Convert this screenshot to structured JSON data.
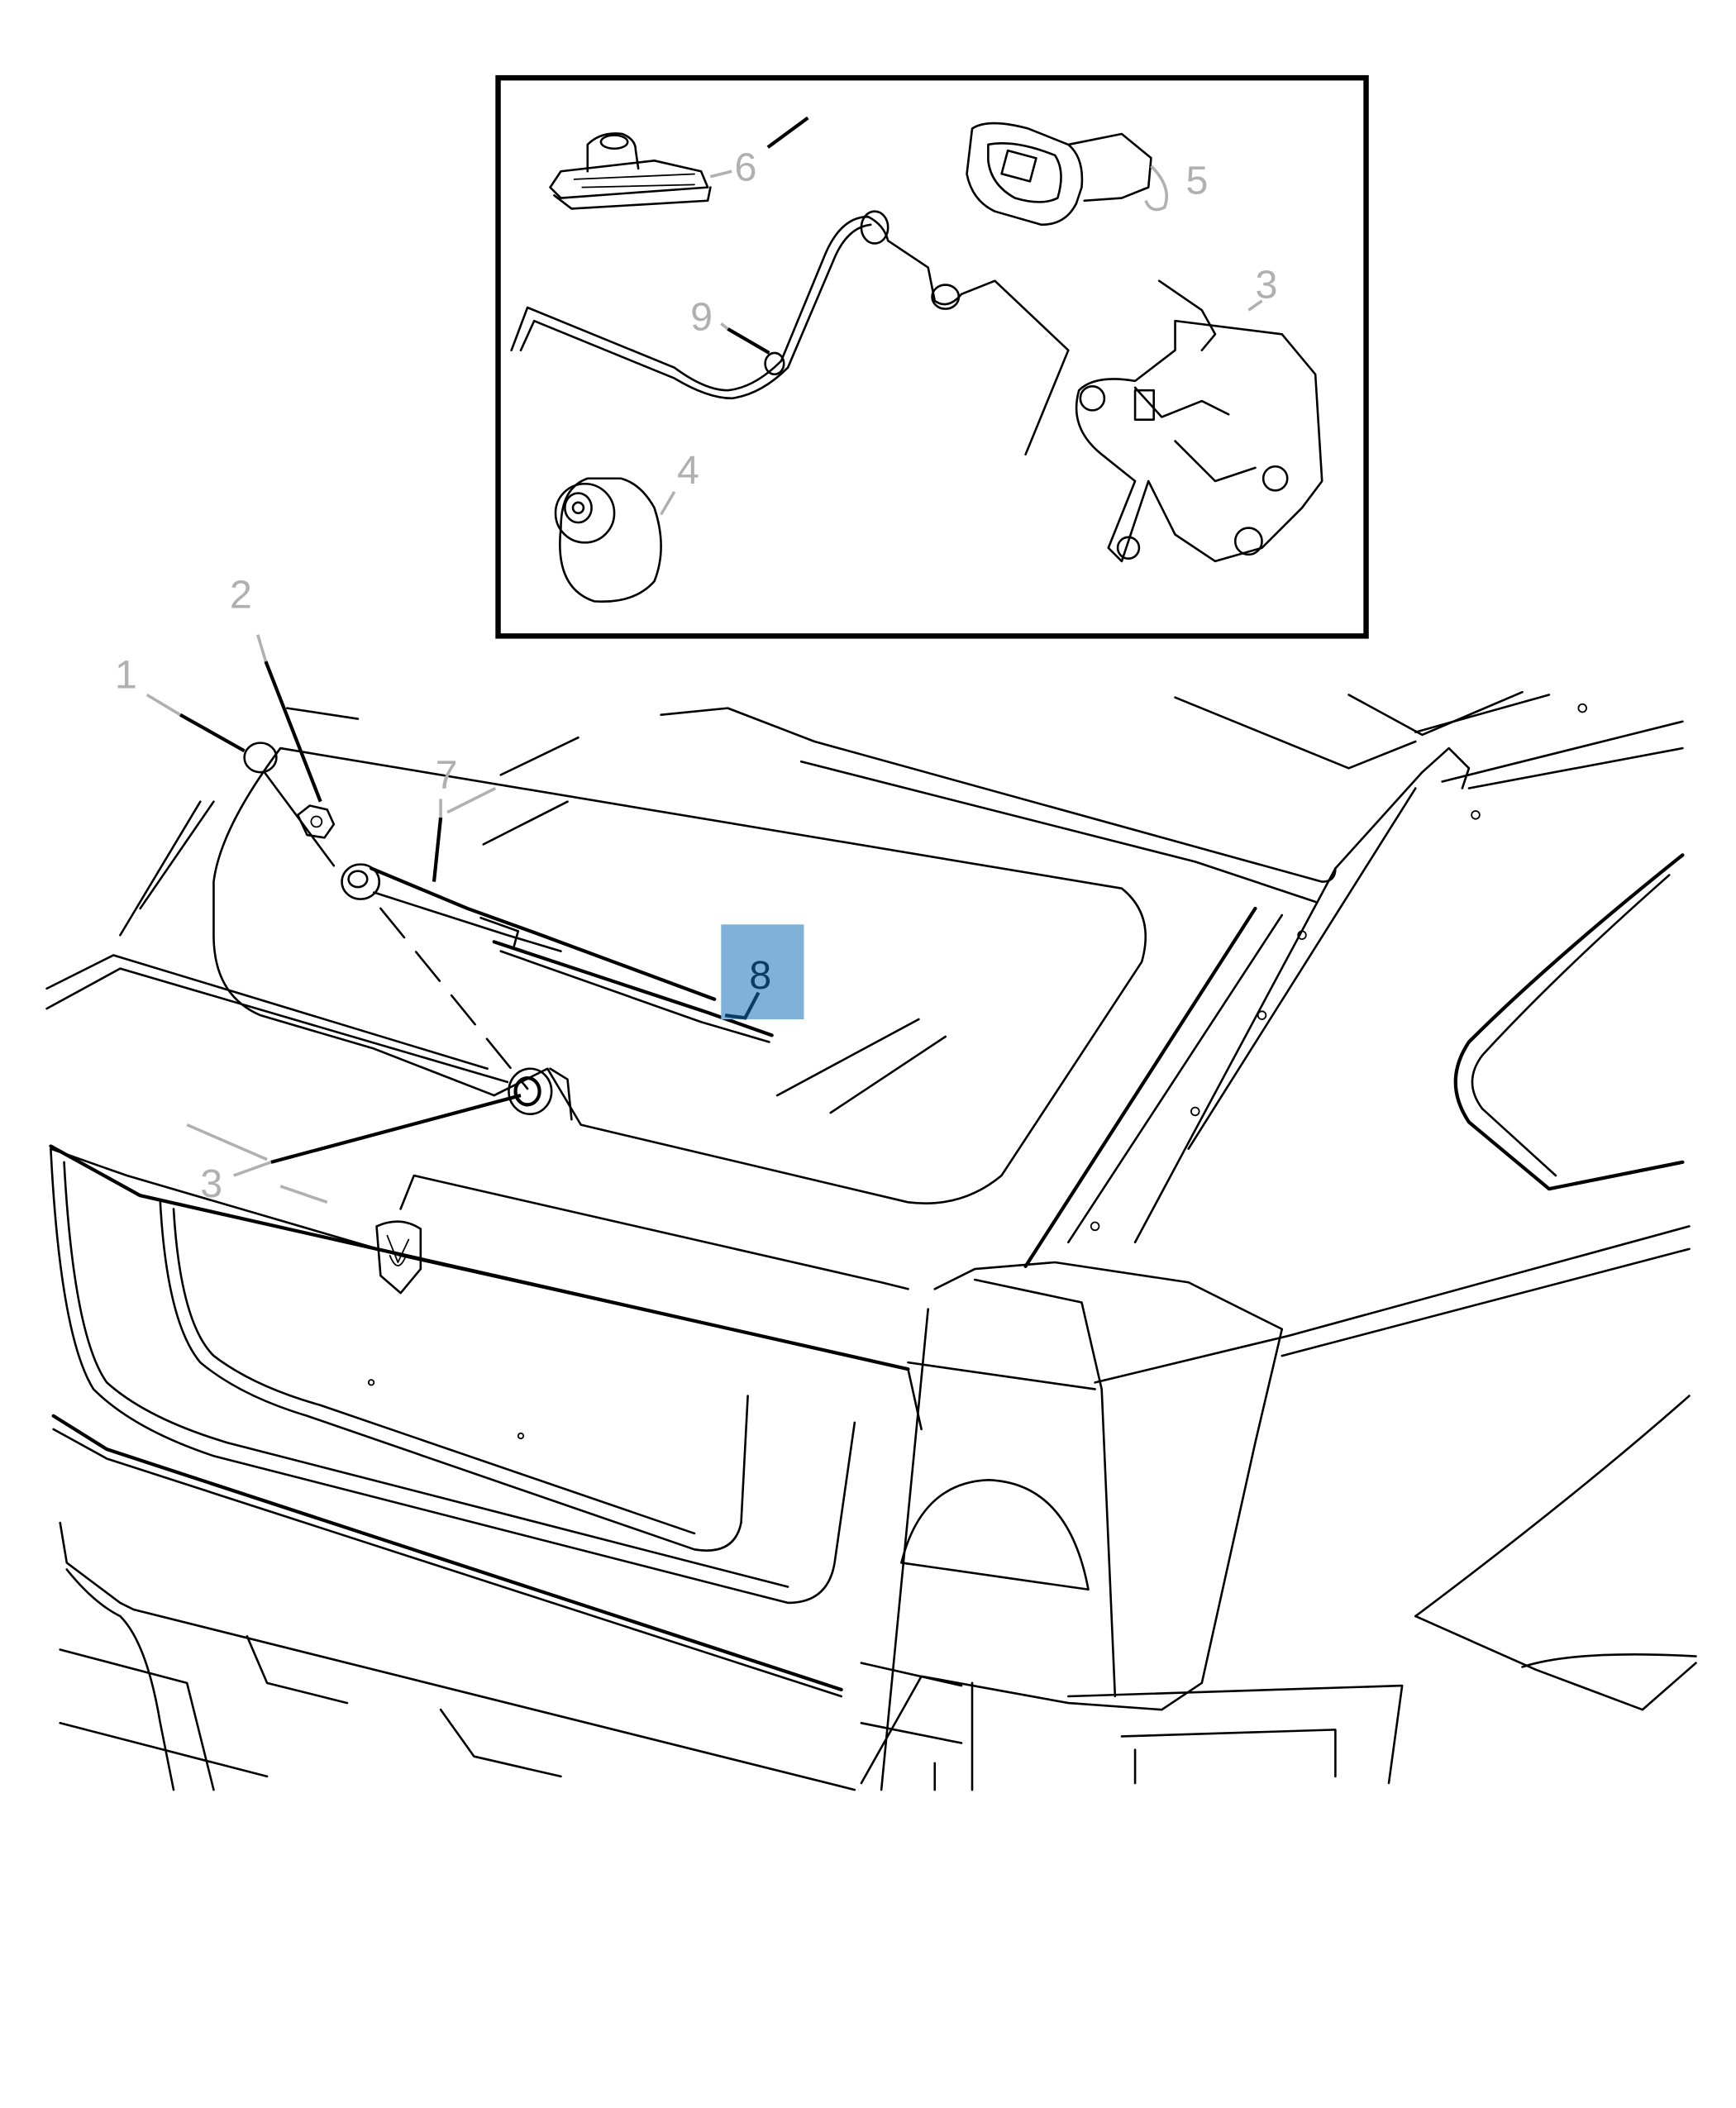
{
  "diagram": {
    "type": "exploded parts diagram",
    "subject": "Rear liftgate wiper system",
    "highlight_color": "#7eb2d9",
    "highlight_text_color": "#0d3b66",
    "callout_color": "#b0b0b0",
    "highlighted_part": "8"
  },
  "inset": {
    "callouts": [
      {
        "id": "6",
        "label": "6"
      },
      {
        "id": "5",
        "label": "5"
      },
      {
        "id": "9",
        "label": "9"
      },
      {
        "id": "3",
        "label": "3"
      },
      {
        "id": "4",
        "label": "4"
      }
    ]
  },
  "main": {
    "callouts": [
      {
        "id": "1",
        "label": "1"
      },
      {
        "id": "2",
        "label": "2"
      },
      {
        "id": "7",
        "label": "7"
      },
      {
        "id": "8",
        "label": "8"
      },
      {
        "id": "3",
        "label": "3"
      }
    ]
  }
}
